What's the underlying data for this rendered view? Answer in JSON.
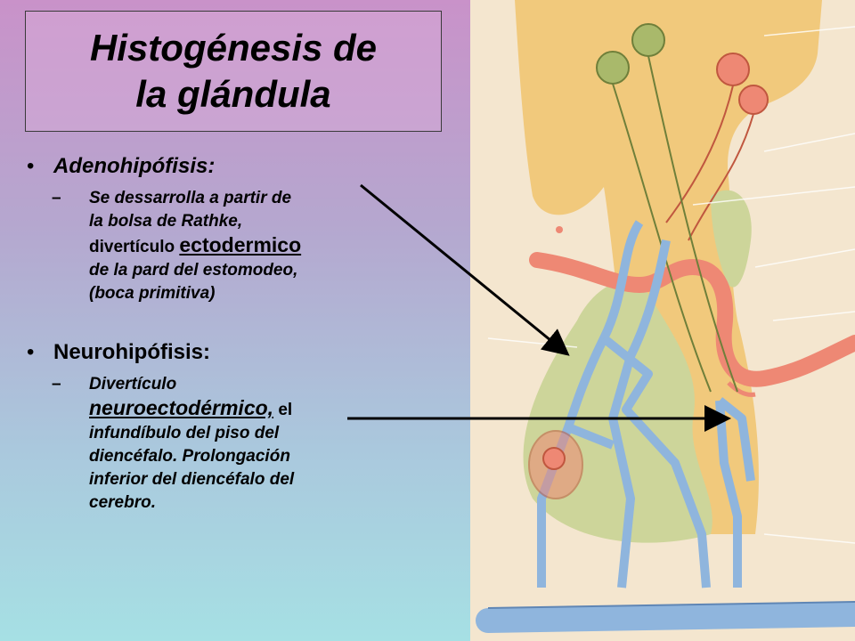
{
  "slide": {
    "title_line1": "Histogénesis de",
    "title_line2": "la glándula",
    "bullet1": {
      "heading": "Adenohipófisis:",
      "line1": "Se dessarrolla a partir de",
      "line2": "la bolsa de Rathke,",
      "line3_pre": "divertículo ",
      "line3_big": "ectodermico",
      "line4": "de la pard del estomodeo,",
      "line5": "(boca primitiva)"
    },
    "bullet2": {
      "heading": "Neurohipófisis:",
      "line1": "Divertículo",
      "line2_big": "neuroectodérmico,",
      "line2_post": " el",
      "line3": "infundíbulo del piso del",
      "line4": "diencéfalo. Prolongación",
      "line5": "inferior del diencéfalo del",
      "line6": "cerebro."
    },
    "bullet_glyph": "•",
    "dash_glyph": "–"
  },
  "colors": {
    "background_top": "#c992c9",
    "background_bottom": "#a6e0e4",
    "tissue_yellow": "#f1c97c",
    "tissue_green": "#cdd59a",
    "vein_blue": "#8fb5dd",
    "artery_red": "#ee8874",
    "arrow": "#000000"
  }
}
